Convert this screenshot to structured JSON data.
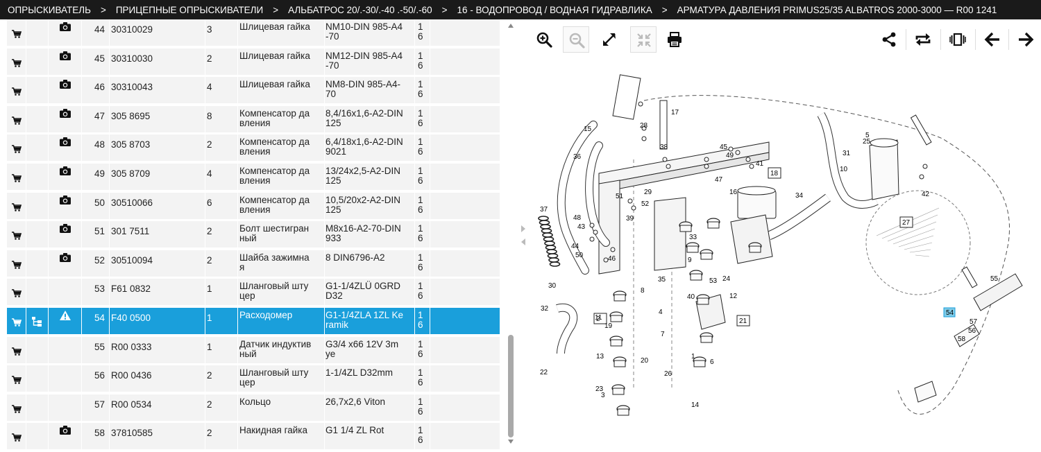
{
  "breadcrumb": {
    "items": [
      "ОПРЫСКИВАТЕЛЬ",
      "ПРИЦЕПНЫЕ ОПРЫСКИВАТЕЛИ",
      "АЛЬБАТРОС 20/.-30/.-40 .-50/.-60",
      "16 - ВОДОПРОВОД / ВОДНАЯ ГИДРАВЛИКА",
      "АРМАТУРА ДАВЛЕНИЯ PRIMUS25/35 ALBATROS 2000-3000 — R00 1241"
    ],
    "separator": ">"
  },
  "colors": {
    "selected_row": "#1a9fdb",
    "row_bg": "#f3f3f3",
    "header_bg": "#1a1a1a"
  },
  "parts": [
    {
      "pos": "44",
      "article": "30310029",
      "qty": "3",
      "name": [
        "Шлицевая гайка"
      ],
      "spec": [
        "NM10-DIN 985-A4",
        "-70"
      ],
      "grp": [
        "1",
        "6"
      ],
      "camera": true,
      "selected": false
    },
    {
      "pos": "45",
      "article": "30310030",
      "qty": "2",
      "name": [
        "Шлицевая гайка"
      ],
      "spec": [
        "NM12-DIN 985-A4",
        "-70"
      ],
      "grp": [
        "1",
        "6"
      ],
      "camera": true,
      "selected": false
    },
    {
      "pos": "46",
      "article": "30310043",
      "qty": "4",
      "name": [
        "Шлицевая гайка"
      ],
      "spec": [
        "NM8-DIN 985-A4-",
        "70"
      ],
      "grp": [
        "1",
        "6"
      ],
      "camera": true,
      "selected": false
    },
    {
      "pos": "47",
      "article": "305 8695",
      "qty": "8",
      "name": [
        "Компенсатор да",
        "вления"
      ],
      "spec": [
        "8,4/16x1,6-A2-DIN",
        "125"
      ],
      "grp": [
        "1",
        "6"
      ],
      "camera": true,
      "selected": false
    },
    {
      "pos": "48",
      "article": "305 8703",
      "qty": "2",
      "name": [
        "Компенсатор да",
        "вления"
      ],
      "spec": [
        "6,4/18x1,6-A2-DIN",
        "9021"
      ],
      "grp": [
        "1",
        "6"
      ],
      "camera": true,
      "selected": false
    },
    {
      "pos": "49",
      "article": "305 8709",
      "qty": "4",
      "name": [
        "Компенсатор да",
        "вления"
      ],
      "spec": [
        "13/24x2,5-A2-DIN",
        "125"
      ],
      "grp": [
        "1",
        "6"
      ],
      "camera": true,
      "selected": false
    },
    {
      "pos": "50",
      "article": "30510066",
      "qty": "6",
      "name": [
        "Компенсатор да",
        "вления"
      ],
      "spec": [
        "10,5/20x2-A2-DIN",
        "125"
      ],
      "grp": [
        "1",
        "6"
      ],
      "camera": true,
      "selected": false
    },
    {
      "pos": "51",
      "article": "301 7511",
      "qty": "2",
      "name": [
        "Болт шестигран",
        "ный"
      ],
      "spec": [
        "M8x16-A2-70-DIN",
        "933"
      ],
      "grp": [
        "1",
        "6"
      ],
      "camera": true,
      "selected": false
    },
    {
      "pos": "52",
      "article": "30510094",
      "qty": "2",
      "name": [
        "Шайба зажимна",
        "я"
      ],
      "spec": [
        "8 DIN6796-A2"
      ],
      "grp": [
        "1",
        "6"
      ],
      "camera": true,
      "selected": false
    },
    {
      "pos": "53",
      "article": "F61 0832",
      "qty": "1",
      "name": [
        "Шланговый шту",
        "цер"
      ],
      "spec": [
        "G1-1/4ZLÜ 0GRD",
        "D32"
      ],
      "grp": [
        "1",
        "6"
      ],
      "camera": false,
      "selected": false
    },
    {
      "pos": "54",
      "article": "F40 0500",
      "qty": "1",
      "name": [
        "Расходомер"
      ],
      "spec": [
        "G1-1/4ZLA 1ZL Ke",
        "ramik"
      ],
      "grp": [
        "1",
        "6"
      ],
      "camera": false,
      "selected": true
    },
    {
      "pos": "55",
      "article": "R00 0333",
      "qty": "1",
      "name": [
        "Датчик индуктив",
        "ный"
      ],
      "spec": [
        "G3/4 x66 12V 3m",
        "ye"
      ],
      "grp": [
        "1",
        "6"
      ],
      "camera": false,
      "selected": false
    },
    {
      "pos": "56",
      "article": "R00 0436",
      "qty": "2",
      "name": [
        "Шланговый шту",
        "цер"
      ],
      "spec": [
        "1-1/4ZL D32mm"
      ],
      "grp": [
        "1",
        "6"
      ],
      "camera": false,
      "selected": false
    },
    {
      "pos": "57",
      "article": "R00 0534",
      "qty": "2",
      "name": [
        "Кольцо"
      ],
      "spec": [
        "26,7x2,6 Viton"
      ],
      "grp": [
        "1",
        "6"
      ],
      "camera": false,
      "selected": false
    },
    {
      "pos": "58",
      "article": "37810585",
      "qty": "2",
      "name": [
        "Накидная гайка"
      ],
      "spec": [
        "G1 1/4 ZL Rot"
      ],
      "grp": [
        "1",
        "6"
      ],
      "camera": true,
      "selected": false
    }
  ],
  "toolbar": {
    "icons": [
      "zoom-in-icon",
      "zoom-out-icon",
      "expand-icon",
      "fit-screen-icon",
      "print-icon",
      "share-icon",
      "sync-icon",
      "carousel-icon",
      "arrow-left-icon",
      "arrow-right-icon"
    ]
  },
  "diagram": {
    "labels": [
      "1",
      "2",
      "3",
      "4",
      "5",
      "6",
      "7",
      "8",
      "9",
      "10",
      "11",
      "12",
      "13",
      "14",
      "15",
      "16",
      "17",
      "18",
      "19",
      "20",
      "21",
      "22",
      "23",
      "24",
      "25",
      "26",
      "27",
      "28",
      "29",
      "30",
      "31",
      "32",
      "33",
      "34",
      "35",
      "36",
      "37",
      "38",
      "39",
      "40",
      "41",
      "42",
      "43",
      "44",
      "45",
      "46",
      "47",
      "48",
      "49",
      "50",
      "51",
      "52",
      "53",
      "54",
      "55",
      "56",
      "57",
      "58"
    ],
    "highlighted": "54"
  }
}
